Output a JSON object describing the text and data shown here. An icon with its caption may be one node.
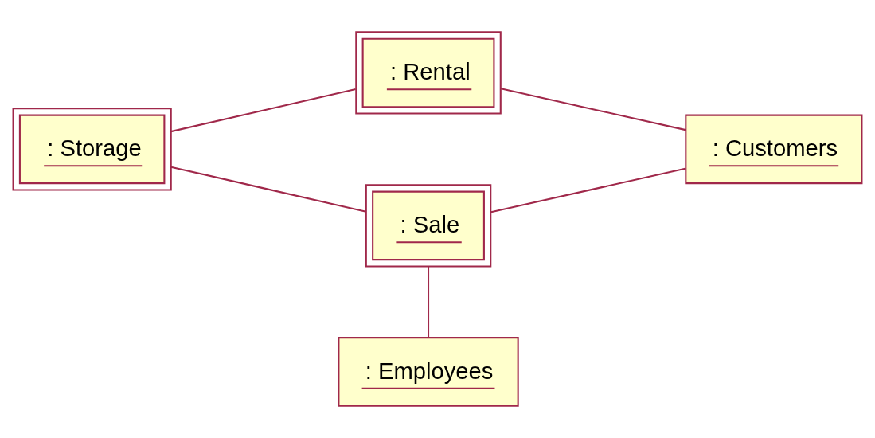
{
  "diagram": {
    "nodes": [
      {
        "text": [
          ": Rental"
        ]
      },
      {
        "text": [
          ": Storage"
        ]
      },
      {
        "text": [
          ": Customers"
        ]
      },
      {
        "text": [
          ": Sale"
        ]
      },
      {
        "text": [
          ": Employees"
        ]
      }
    ],
    "edges": [
      {
        "from": 1,
        "to": 0,
        "arrow": "none"
      },
      {
        "from": 0,
        "to": 2,
        "arrow": "none"
      },
      {
        "from": 1,
        "to": 3,
        "arrow": "none"
      },
      {
        "from": 3,
        "to": 2,
        "arrow": "none"
      },
      {
        "from": 3,
        "to": 4,
        "arrow": "none"
      }
    ]
  }
}
